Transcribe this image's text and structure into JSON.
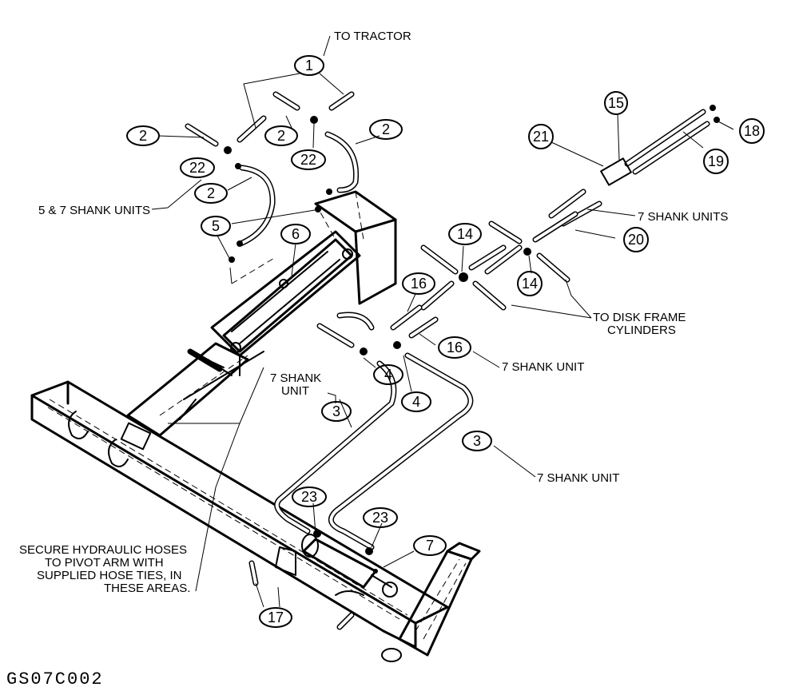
{
  "figure_code": "GS07C002",
  "callouts": {
    "c1": "1",
    "c2a": "2",
    "c2b": "2",
    "c2c": "2",
    "c2d": "2",
    "c22a": "22",
    "c22b": "22",
    "c5": "5",
    "c6": "6",
    "c15": "15",
    "c18": "18",
    "c19": "19",
    "c21": "21",
    "c20": "20",
    "c14a": "14",
    "c14b": "14",
    "c16a": "16",
    "c16b": "16",
    "c4a": "4",
    "c4b": "4",
    "c3a": "3",
    "c3b": "3",
    "c23a": "23",
    "c23b": "23",
    "c7": "7",
    "c17": "17"
  },
  "notes": {
    "to_tractor": "TO TRACTOR",
    "shank_5_7": "5 & 7 SHANK UNITS",
    "seven_shank_units": "7 SHANK UNITS",
    "to_disk_frame_1": "TO DISK FRAME",
    "to_disk_frame_2": "CYLINDERS",
    "seven_shank_unit_16": "7 SHANK UNIT",
    "seven_shank_unit_3a_1": "7 SHANK",
    "seven_shank_unit_3a_2": "UNIT",
    "seven_shank_unit_3b": "7 SHANK UNIT",
    "secure_1": "SECURE HYDRAULIC HOSES",
    "secure_2": "TO PIVOT ARM WITH",
    "secure_3": "SUPPLIED HOSE TIES, IN",
    "secure_4": "THESE AREAS."
  }
}
